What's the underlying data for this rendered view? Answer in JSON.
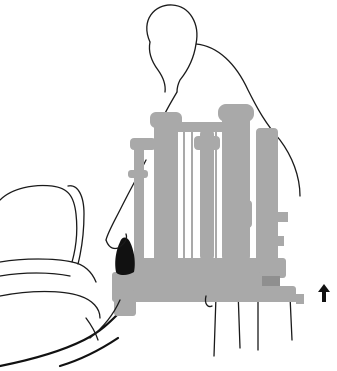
{
  "illustration": {
    "figure": "person-outline",
    "device": "gray-framed-device",
    "grip": "black-handle",
    "indicator_icon": "up-arrow-icon",
    "colors": {
      "line": "#1a1a1a",
      "device": "#a9a9a9",
      "grip": "#111111",
      "background": "#ffffff"
    }
  }
}
